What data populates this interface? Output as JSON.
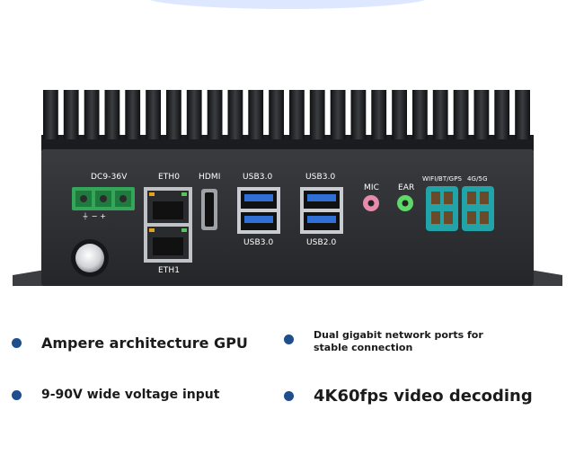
{
  "ports": {
    "power_in": "DC9-36V",
    "power_polarity": "⏚ − +",
    "eth0": "ETH0",
    "eth1": "ETH1",
    "hdmi": "HDMI",
    "usb_top_1": "USB3.0",
    "usb_bottom_1": "USB3.0",
    "usb_top_2": "USB3.0",
    "usb_bottom_2": "USB2.0",
    "mic": "MIC",
    "ear": "EAR",
    "wifi": "WIFI/BT/GPS",
    "cellular": "4G/5G"
  },
  "features": [
    {
      "text": "Ampere architecture GPU"
    },
    {
      "text": "Dual gigabit network ports for"
    },
    {
      "text": "stable connection"
    },
    {
      "text": "9-90V wide voltage input"
    },
    {
      "text": "4K60fps video decoding"
    }
  ],
  "colors": {
    "bullet": "#1f4e8c",
    "chassis": "#2b2c2f",
    "terminal": "#33a65a",
    "antenna": "#22a3a7",
    "mic": "#e68cab",
    "ear": "#5fd86a",
    "usb": "#2f6fd6"
  }
}
